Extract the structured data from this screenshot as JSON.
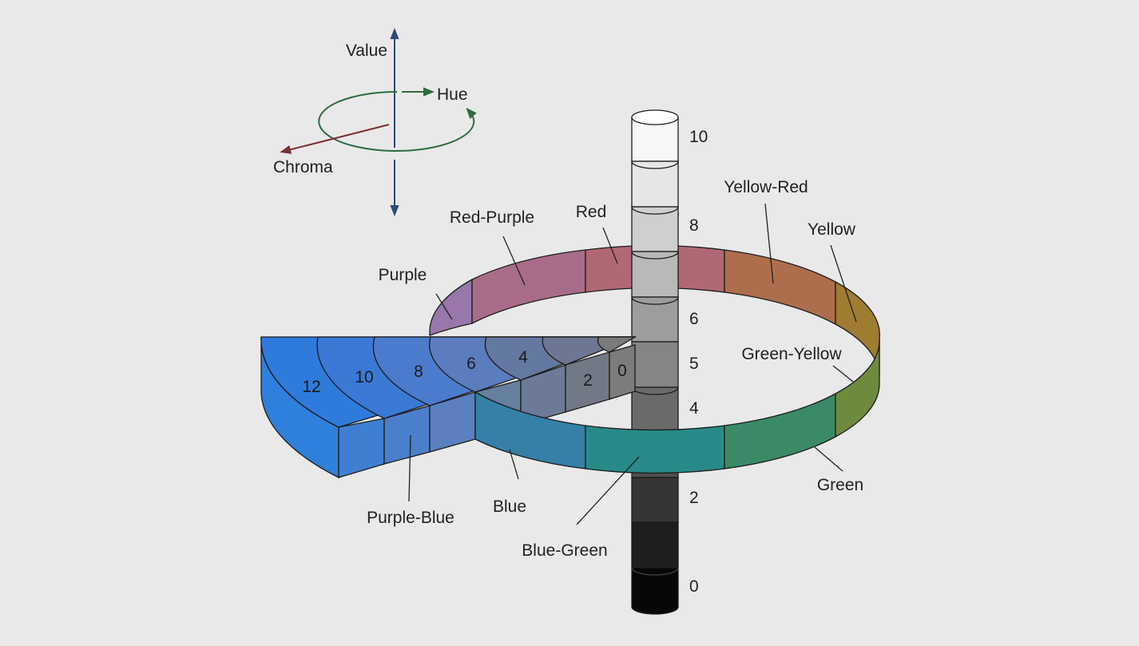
{
  "axes_legend": {
    "value_label": "Value",
    "hue_label": "Hue",
    "chroma_label": "Chroma",
    "value_color": "#2c4a7a",
    "hue_color": "#2f6b3f",
    "chroma_color": "#7a2f33"
  },
  "value_scale": {
    "ticks": [
      "10",
      "8",
      "6",
      "5",
      "4",
      "2",
      "0"
    ]
  },
  "chroma_scale": {
    "ticks": [
      "12",
      "10",
      "8",
      "6",
      "4",
      "2",
      "0"
    ]
  },
  "hues": [
    {
      "name": "Red",
      "color": "#b06874"
    },
    {
      "name": "Yellow-Red",
      "color": "#ad6e4d"
    },
    {
      "name": "Yellow",
      "color": "#9e7d31"
    },
    {
      "name": "Green-Yellow",
      "color": "#6e8a3c"
    },
    {
      "name": "Green",
      "color": "#3a8a65"
    },
    {
      "name": "Blue-Green",
      "color": "#288a88"
    },
    {
      "name": "Blue",
      "color": "#3480a6"
    },
    {
      "name": "Purple-Blue",
      "color": "#4f7ec2"
    },
    {
      "name": "Purple",
      "color": "#9877ac"
    },
    {
      "name": "Red-Purple",
      "color": "#a86c8a"
    }
  ]
}
